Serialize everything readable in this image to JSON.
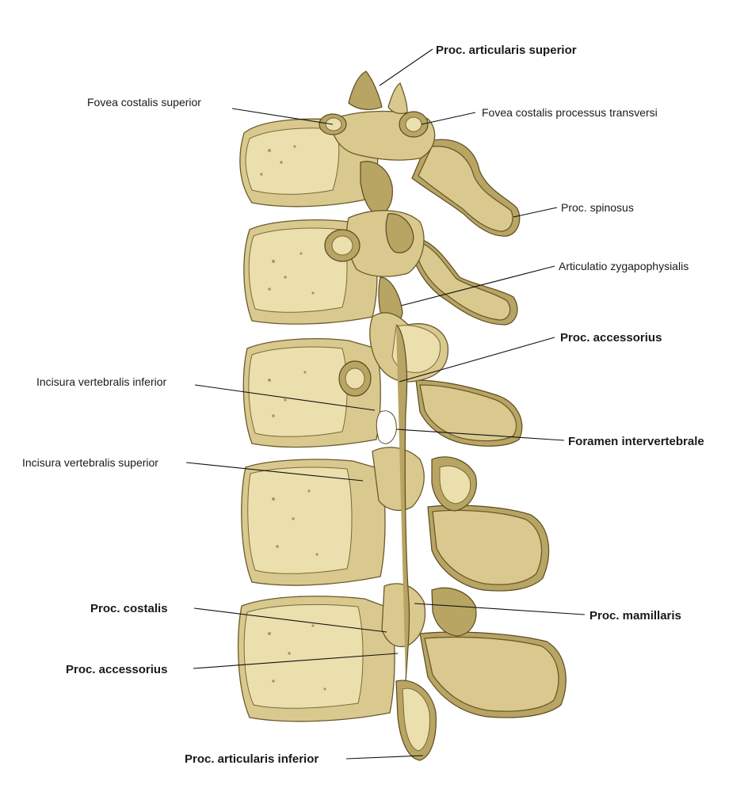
{
  "labels": {
    "proc_articularis_superior": "Proc. articularis superior",
    "fovea_costalis_superior": "Fovea costalis superior",
    "fovea_costalis_processus_transversi": "Fovea costalis processus transversi",
    "proc_spinosus": "Proc. spinosus",
    "articulatio_zygapophysialis": "Articulatio zygapophysialis",
    "proc_accessorius_upper": "Proc. accessorius",
    "incisura_vertebralis_inferior": "Incisura vertebralis inferior",
    "foramen_intervertebrale": "Foramen intervertebrale",
    "incisura_vertebralis_superior": "Incisura vertebralis superior",
    "proc_costalis": "Proc. costalis",
    "proc_mamillaris": "Proc. mamillaris",
    "proc_accessorius_lower": "Proc. accessorius",
    "proc_articularis_inferior": "Proc. articularis inferior"
  },
  "colors": {
    "bone": "#d9c98e",
    "bone_shadow": "#b8a463",
    "bone_highlight": "#ebdfae",
    "outline": "#6b5a2a",
    "background": "#ffffff"
  }
}
